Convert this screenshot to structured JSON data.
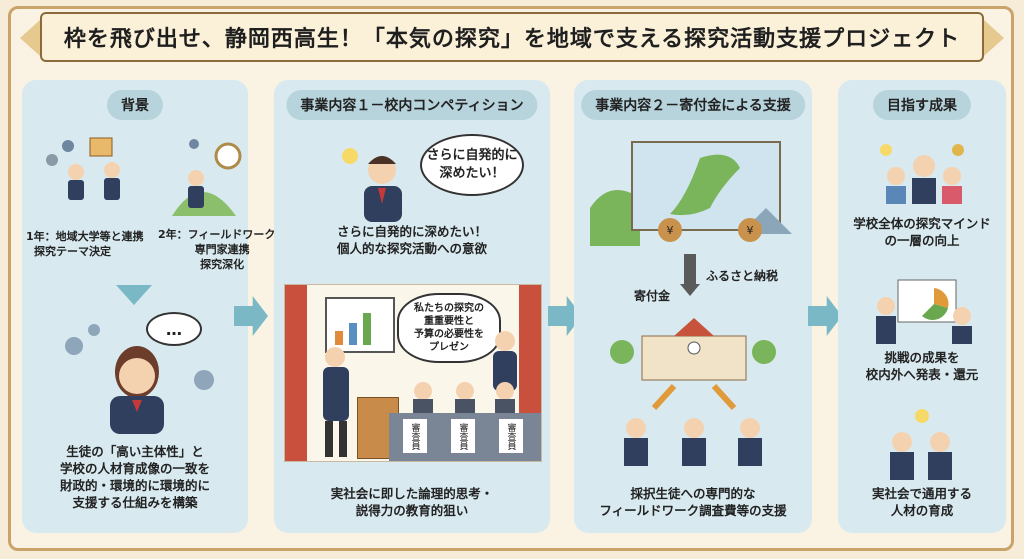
{
  "title": "枠を飛び出せ、静岡西高生！「本気の探究」を地域で支える探究活動支援プロジェクト",
  "panels": {
    "background": {
      "heading": "背景",
      "year1": [
        "1年：地域大学等と連携",
        "探究テーマ決定"
      ],
      "year2": [
        "2年：フィールドワーク・",
        "専門家連携",
        "探究深化"
      ],
      "bubble": "…",
      "summary": [
        "生徒の「高い主体性」と",
        "学校の人材育成像の一致を",
        "財政的・環境的に環境的に",
        "支援する仕組みを構築"
      ]
    },
    "project1": {
      "heading": "事業内容１－校内コンペティション",
      "bubble": [
        "さらに自発的に",
        "深めたい！"
      ],
      "motive": [
        "さらに自発的に深めたい！",
        "個人的な探究活動への意欲"
      ],
      "present_bubble": [
        "私たちの探究の",
        "重重要性と",
        "予算の必要性を",
        "プレゼン"
      ],
      "judge_labels": [
        "審査員",
        "審査員",
        "審査員"
      ],
      "summary": [
        "実社会に即した論理的思考・",
        "説得力の教育的狙い"
      ]
    },
    "project2": {
      "heading": "事業内容２－寄付金による支援",
      "coin_symbol": "¥",
      "donation": "寄付金",
      "furusato": "ふるさと納税",
      "summary": [
        "採択生徒への専門的な",
        "フィールドワーク調査費等の支援"
      ]
    },
    "outcomes": {
      "heading": "目指す成果",
      "item1": [
        "学校全体の探究マインド",
        "の一層の向上"
      ],
      "item2": [
        "挑戦の成果を",
        "校内外へ発表・還元"
      ],
      "item3": [
        "実社会で通用する",
        "人材の育成"
      ]
    }
  },
  "colors": {
    "panel": "#d8eaf0",
    "arrow": "#79b8c4",
    "border": "#c9a36a",
    "banner": "#fbf1d9"
  }
}
